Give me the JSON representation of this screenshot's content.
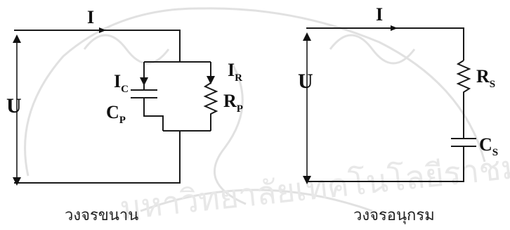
{
  "parallel_circuit": {
    "current_label": "I",
    "voltage_label": "U",
    "branch_c_current": {
      "main": "I",
      "sub": "C"
    },
    "branch_r_current": {
      "main": "I",
      "sub": "R"
    },
    "capacitor_label": {
      "main": "C",
      "sub": "P"
    },
    "resistor_label": {
      "main": "R",
      "sub": "P"
    },
    "caption": "วงจรขนาน"
  },
  "series_circuit": {
    "current_label": "I",
    "voltage_label": "U",
    "resistor_label": {
      "main": "R",
      "sub": "S"
    },
    "capacitor_label": {
      "main": "C",
      "sub": "S"
    },
    "caption": "วงจรอนุกรม"
  },
  "watermark": {
    "text": "มหาวิทยาลัยเทคโนโลยีราชมงคล"
  }
}
